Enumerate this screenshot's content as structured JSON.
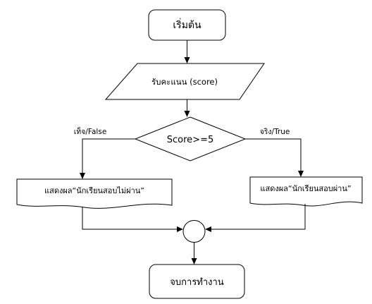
{
  "nodes": {
    "start": "เริ่มต้น",
    "input": "รับคะแนน (score)",
    "decision": "Score>=5",
    "output_false": "แสดงผล“นักเรียนสอบไม่ผ่าน”",
    "output_true": "แสดงผล“นักเรียนสอบผ่าน”",
    "end": "จบการทำงาน"
  },
  "edges": {
    "false_label": "เท็จ/False",
    "true_label": "จริง/True"
  }
}
